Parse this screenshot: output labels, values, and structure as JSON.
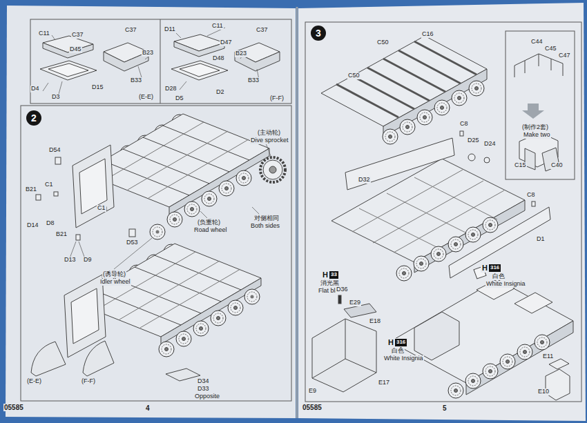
{
  "diagram": {
    "nodes": [
      {
        "text": [
          "2"
        ]
      },
      {
        "text": [
          "3"
        ]
      },
      {
        "text": [
          "H",
          "33"
        ]
      },
      {
        "text": [
          "H",
          "316"
        ]
      },
      {
        "text": [
          "H",
          "316"
        ]
      }
    ],
    "labels": [
      "05585",
      "4",
      "05585",
      "5",
      "C11",
      "C37",
      "D45",
      "D4",
      "D15",
      "D3",
      "C37",
      "B23",
      "B33",
      "(E-E)",
      "D11",
      "C11",
      "D47",
      "D48",
      "D28",
      "D5",
      "D2",
      "C37",
      "B23",
      "B33",
      "(F-F)",
      "(主动轮)",
      "Dive sprocket",
      "D54",
      "B21",
      "C1",
      "C1",
      "D14",
      "D8",
      "B21",
      "D13",
      "D9",
      "D53",
      "(负重轮)",
      "Road wheel",
      "对侧相同",
      "Both sides",
      "(诱导轮)",
      "Idler wheel",
      "(E-E)",
      "(F-F)",
      "D34",
      "D33",
      "Opposite",
      "C16",
      "C50",
      "C50",
      "C44",
      "C45",
      "C47",
      "(制作2套)",
      "Make two",
      "C15",
      "C40",
      "C8",
      "D25",
      "D24",
      "D32",
      "C8",
      "D1",
      "白色",
      "White Insignia",
      "消光黑",
      "Flat black",
      "D36",
      "E29",
      "E18",
      "白色",
      "White Insignia",
      "E17",
      "E9",
      "E11",
      "E10"
    ]
  }
}
